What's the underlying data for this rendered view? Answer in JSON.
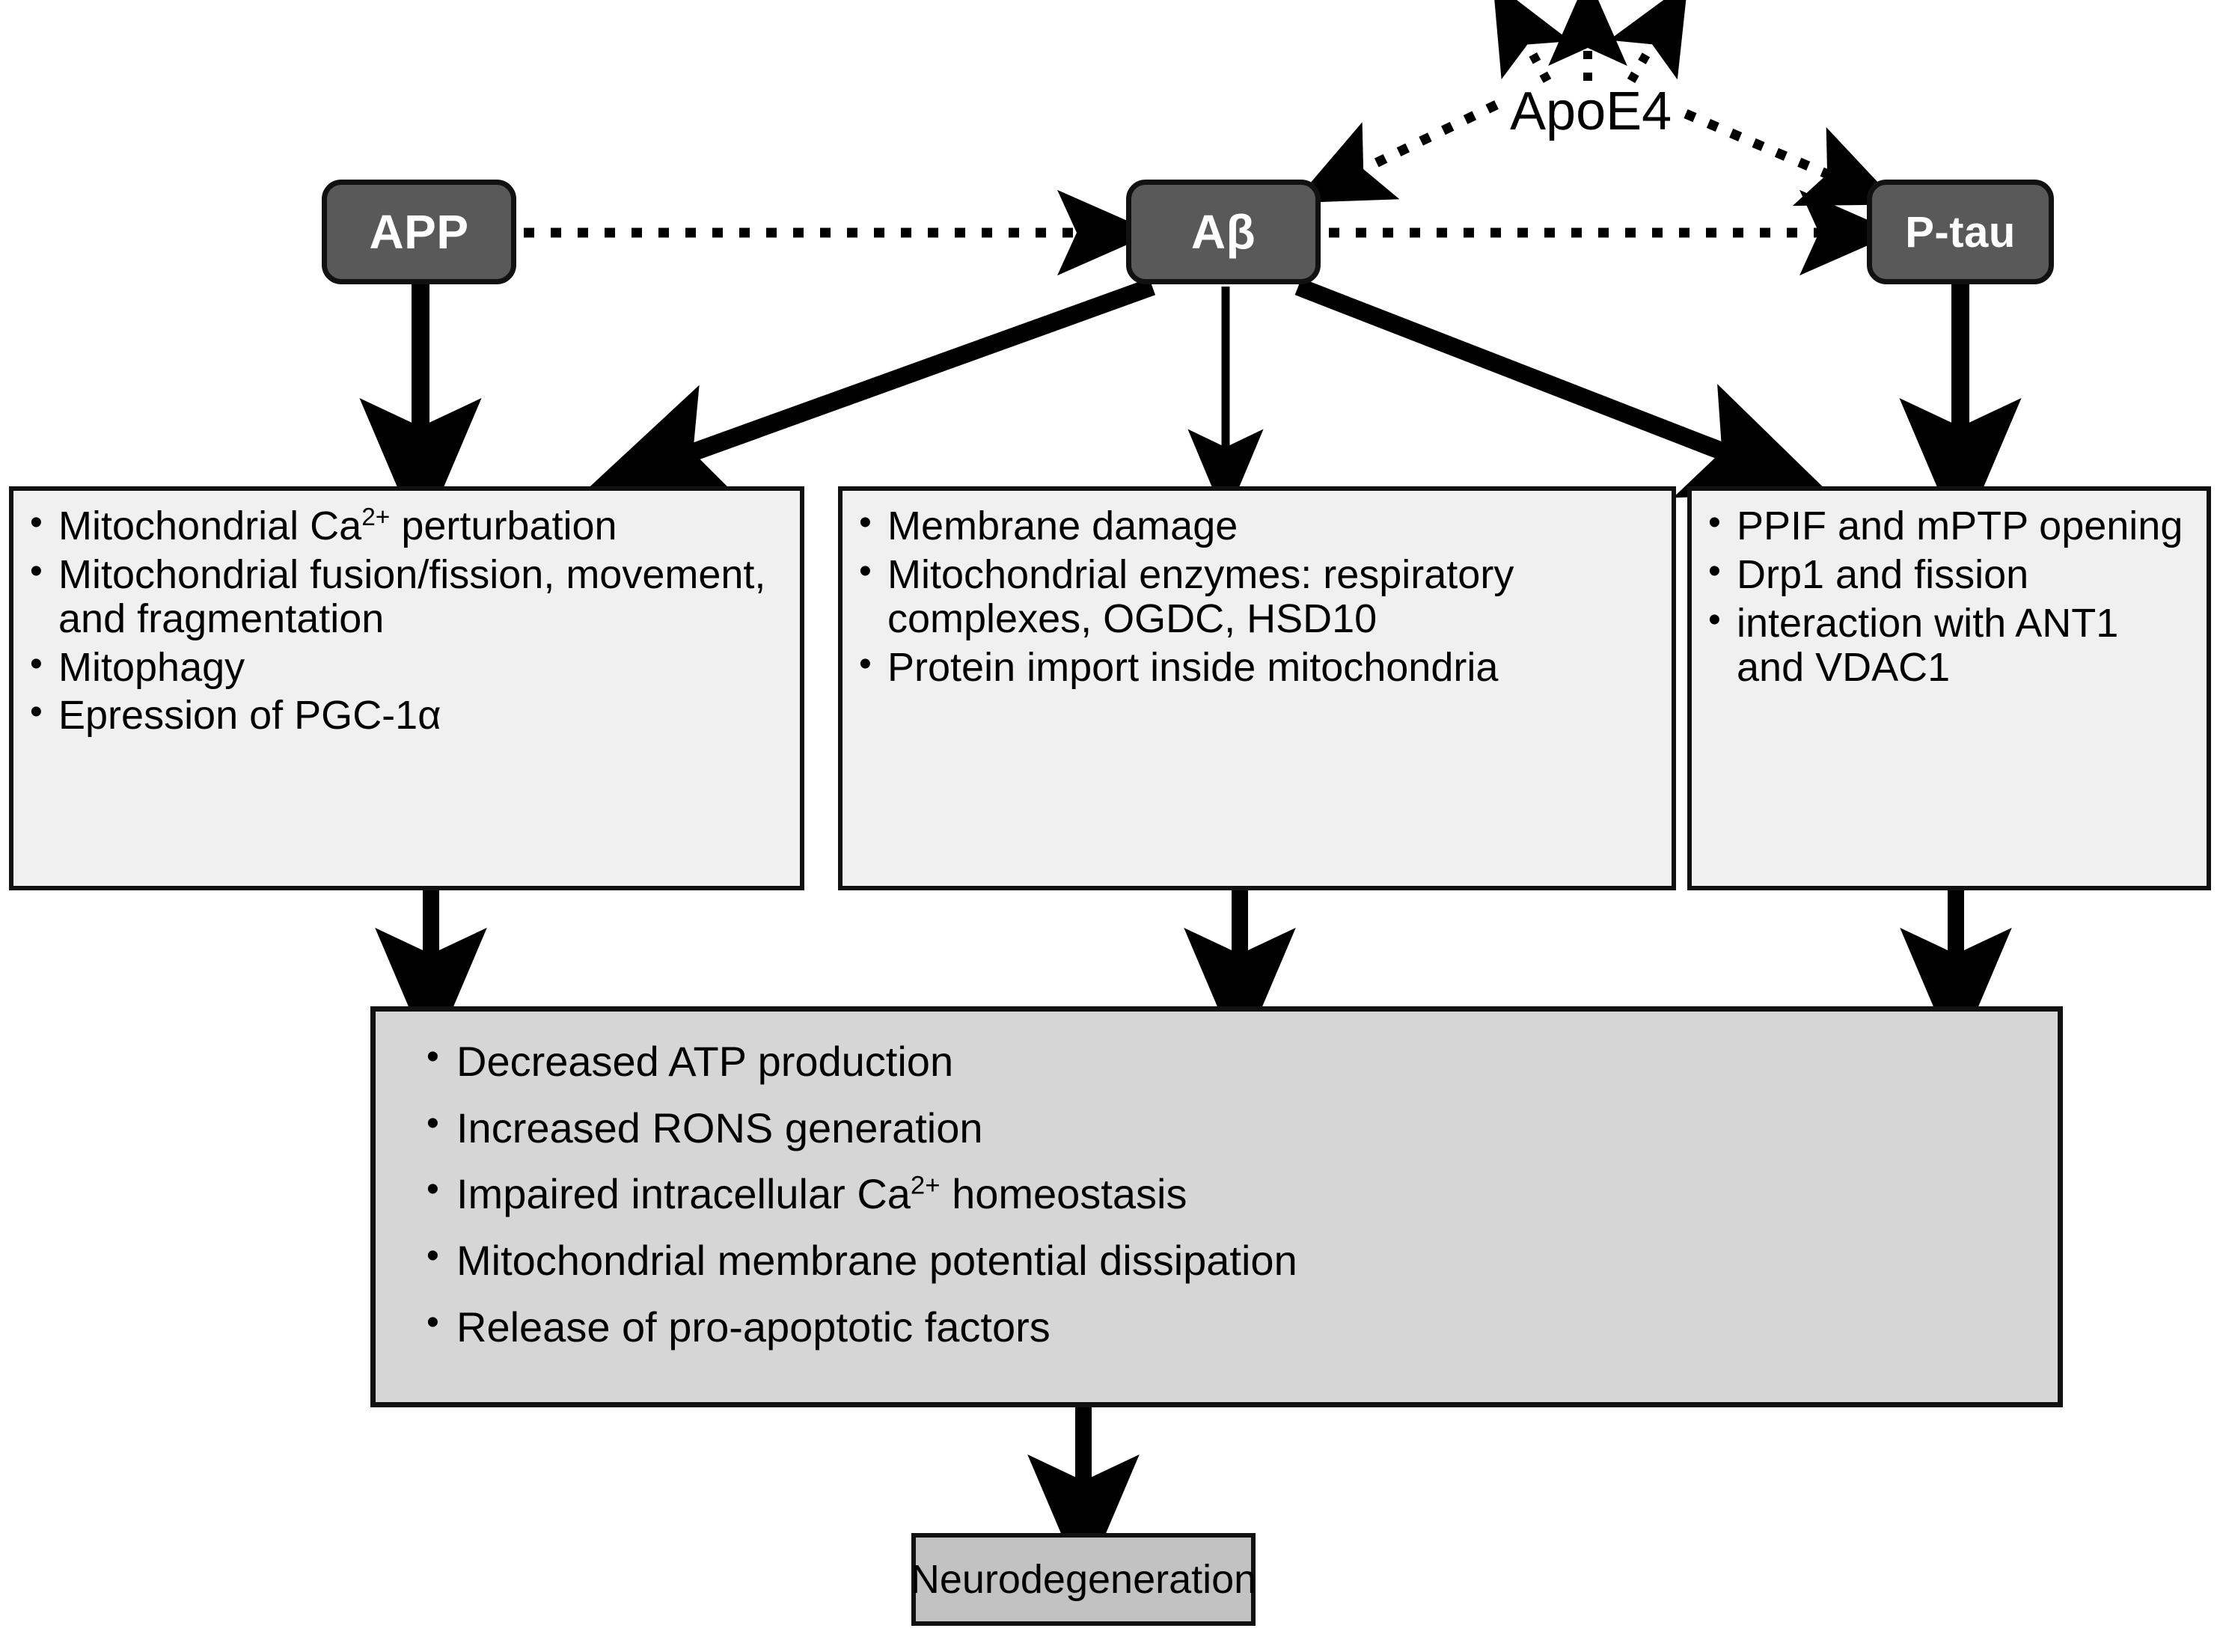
{
  "nodes": {
    "app": "APP",
    "abeta": "Aβ",
    "ptau": "P-tau",
    "apoe4": "ApoE4"
  },
  "boxes": {
    "left": {
      "name": "app-effects",
      "items": [
        "Mitochondrial Ca2+ perturbation",
        "Mitochondrial fusion/fission, movement, and fragmentation",
        "Mitophagy",
        "Epression of PGC-1α"
      ],
      "items_html": [
        "Mitochondrial Ca<sup>2+</sup> perturbation",
        "Mitochondrial fusion/fission, movement, and fragmentation",
        "Mitophagy",
        "Epression of PGC-1α"
      ]
    },
    "middle": {
      "name": "abeta-effects",
      "items": [
        "Membrane damage",
        "Mitochondrial enzymes: respiratory complexes, OGDC, HSD10",
        "Protein import inside mitochondria"
      ],
      "items_html": [
        "Membrane damage",
        "Mitochondrial enzymes: respiratory complexes, OGDC, HSD10",
        "Protein import inside mitochondria"
      ]
    },
    "right": {
      "name": "ptau-effects",
      "items": [
        "PPIF and mPTP opening",
        "Drp1 and fission",
        "interaction with ANT1 and VDAC1"
      ],
      "items_html": [
        "PPIF and mPTP opening",
        "Drp1 and fission",
        "interaction with ANT1 and VDAC1"
      ]
    },
    "outcomes": {
      "name": "mitochondrial-dysfunction-outcomes",
      "items": [
        "Decreased ATP production",
        "Increased RONS generation",
        "Impaired intracellular Ca2+ homeostasis",
        "Mitochondrial membrane potential dissipation",
        "Release of pro-apoptotic factors"
      ],
      "items_html": [
        "Decreased ATP production",
        "Increased RONS generation",
        "Impaired intracellular Ca<sup>2+</sup> homeostasis",
        "Mitochondrial membrane potential dissipation",
        "Release of pro-apoptotic factors"
      ]
    },
    "terminal": "Neurodegeneration"
  },
  "colors": {
    "node_fill": "#595959",
    "node_border": "#111111",
    "node_text": "#ffffff",
    "listbox_fill": "#f0f0f0",
    "outcomes_fill": "#d6d6d6",
    "terminal_fill": "#c2c2c2",
    "stroke": "#000000",
    "background": "#ffffff"
  },
  "edges": [
    {
      "name": "app-to-abeta",
      "style": "dotted",
      "from": "APP",
      "to": "Aβ"
    },
    {
      "name": "abeta-to-ptau",
      "style": "dotted",
      "from": "Aβ",
      "to": "P-tau"
    },
    {
      "name": "apoe4-to-abeta",
      "style": "dotted",
      "from": "ApoE4",
      "to": "Aβ"
    },
    {
      "name": "apoe4-to-ptau",
      "style": "dotted",
      "from": "ApoE4",
      "to": "P-tau"
    },
    {
      "name": "apoe4-up-left",
      "style": "dotted",
      "from": "ApoE4",
      "to": ""
    },
    {
      "name": "apoe4-up-center",
      "style": "dotted",
      "from": "ApoE4",
      "to": ""
    },
    {
      "name": "apoe4-up-right",
      "style": "dotted",
      "from": "ApoE4",
      "to": ""
    },
    {
      "name": "app-to-left-box",
      "style": "solid",
      "from": "APP",
      "to": "app-effects"
    },
    {
      "name": "abeta-to-left-box",
      "style": "solid",
      "from": "Aβ",
      "to": "app-effects"
    },
    {
      "name": "abeta-to-middle-box",
      "style": "solid",
      "from": "Aβ",
      "to": "abeta-effects"
    },
    {
      "name": "abeta-to-right-box",
      "style": "solid",
      "from": "Aβ",
      "to": "ptau-effects"
    },
    {
      "name": "ptau-to-right-box",
      "style": "solid",
      "from": "P-tau",
      "to": "ptau-effects"
    },
    {
      "name": "left-box-to-outcomes",
      "style": "solid",
      "from": "app-effects",
      "to": "outcomes"
    },
    {
      "name": "middle-box-to-outcomes",
      "style": "solid",
      "from": "abeta-effects",
      "to": "outcomes"
    },
    {
      "name": "right-box-to-outcomes",
      "style": "solid",
      "from": "ptau-effects",
      "to": "outcomes"
    },
    {
      "name": "outcomes-to-neurodegeneration",
      "style": "solid",
      "from": "outcomes",
      "to": "Neurodegeneration"
    }
  ]
}
